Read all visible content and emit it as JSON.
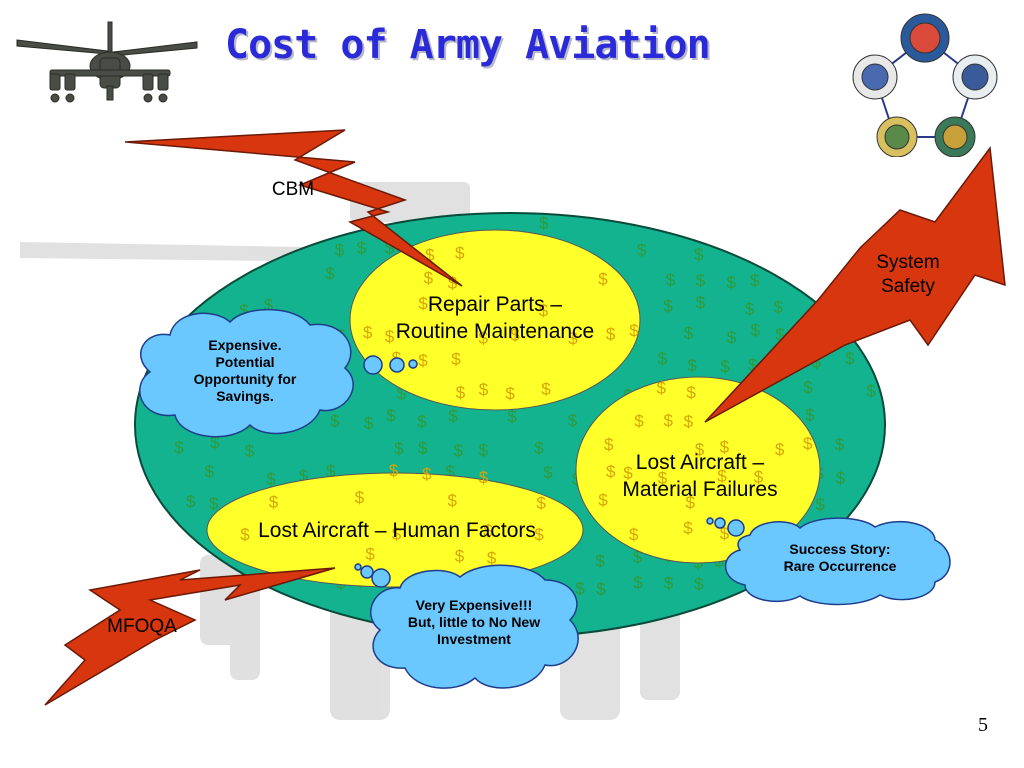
{
  "slide": {
    "title": "Cost of Army Aviation",
    "page_number": "5"
  },
  "colors": {
    "title": "#2a2ad8",
    "big_oval": "#13b38f",
    "inner_oval": "#ffff2a",
    "bubble": "#6bc8ff",
    "bolt": "#d8360e",
    "dollar_green": "#2f9a3a",
    "dollar_gold": "#d9a400"
  },
  "icons": {
    "helicopter": "apache-helicopter-icon",
    "seals": "army-seals-icon"
  },
  "ellipses": {
    "repair": {
      "line1": "Repair Parts –",
      "line2": "Routine Maintenance"
    },
    "lost_material": {
      "line1": "Lost Aircraft –",
      "line2": "Material Failures"
    },
    "lost_human": {
      "line1": "Lost Aircraft – Human Factors"
    }
  },
  "bubbles": {
    "expensive": {
      "line1": "Expensive.",
      "line2": "Potential",
      "line3": "Opportunity for",
      "line4": "Savings."
    },
    "success": {
      "line1": "Success Story:",
      "line2": "Rare Occurrence"
    },
    "very_expensive": {
      "line1": "Very Expensive!!!",
      "line2": "But, little to No New",
      "line3": "Investment"
    }
  },
  "bolts": {
    "cbm": "CBM",
    "system_safety": {
      "line1": "System",
      "line2": "Safety"
    },
    "mfoqa": "MFOQA"
  },
  "dollar_symbol": "$"
}
